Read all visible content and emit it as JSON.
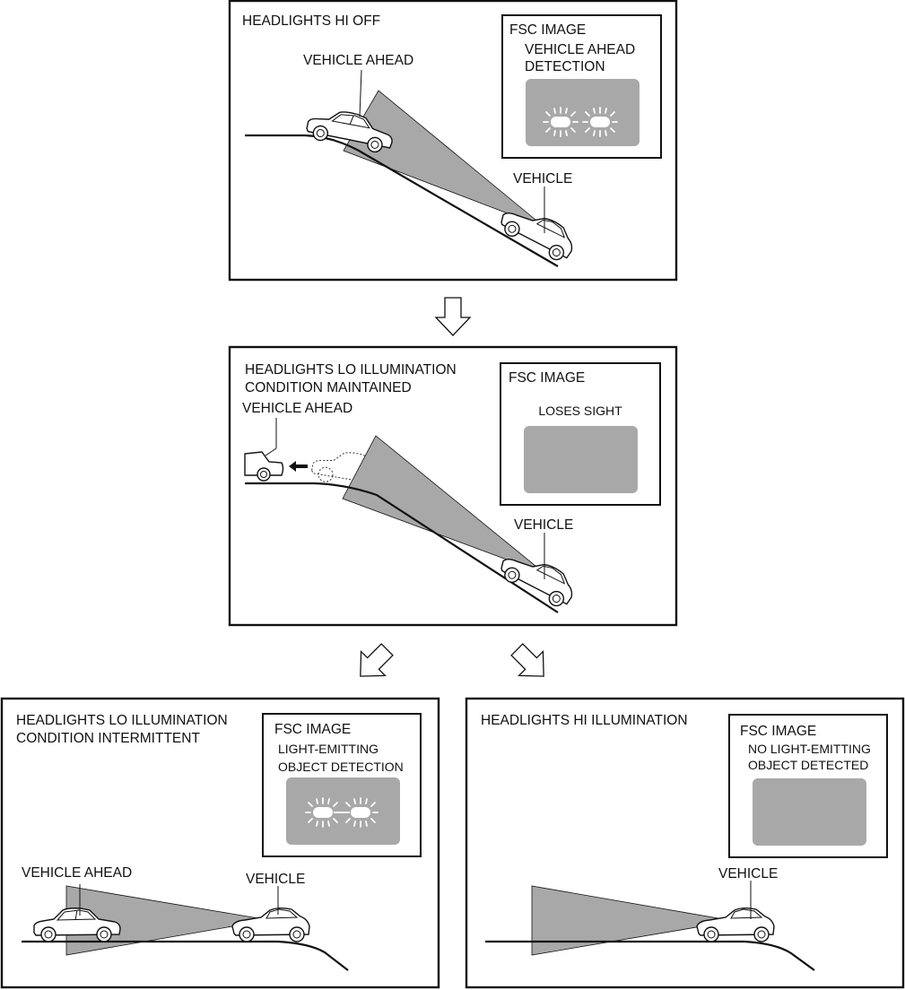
{
  "colors": {
    "frame": "#111111",
    "beam": "#a8a8a8",
    "fsc_screen": "#a8a8a8",
    "light_glyph": "#ffffff"
  },
  "panels": [
    {
      "id": "hi-off",
      "title_lines": [
        "HEADLIGHTS HI OFF"
      ],
      "fsc": {
        "title": "FSC IMAGE",
        "caption_lines": [
          "VEHICLE AHEAD",
          "DETECTION"
        ],
        "lights": "pair"
      },
      "vehicle_ahead_label": "VEHICLE AHEAD",
      "vehicle_label": "VEHICLE"
    },
    {
      "id": "lo-maintained",
      "title_lines": [
        "HEADLIGHTS LO ILLUMINATION",
        "CONDITION MAINTAINED"
      ],
      "fsc": {
        "title": "FSC IMAGE",
        "caption_lines": [
          "LOSES SIGHT"
        ],
        "lights": "none"
      },
      "vehicle_ahead_label": "VEHICLE AHEAD",
      "vehicle_label": "VEHICLE"
    },
    {
      "id": "lo-intermittent",
      "title_lines": [
        "HEADLIGHTS LO ILLUMINATION",
        "CONDITION INTERMITTENT"
      ],
      "fsc": {
        "title": "FSC IMAGE",
        "caption_lines": [
          "LIGHT-EMITTING",
          "OBJECT DETECTION"
        ],
        "lights": "pair-joined"
      },
      "vehicle_ahead_label": "VEHICLE AHEAD",
      "vehicle_label": "VEHICLE"
    },
    {
      "id": "hi-illumination",
      "title_lines": [
        "HEADLIGHTS HI ILLUMINATION"
      ],
      "fsc": {
        "title": "FSC IMAGE",
        "caption_lines": [
          "NO LIGHT-EMITTING",
          "OBJECT DETECTED"
        ],
        "lights": "none"
      },
      "vehicle_label": "VEHICLE"
    }
  ],
  "flow_arrows": [
    {
      "from": "hi-off",
      "to": "lo-maintained",
      "direction": "down"
    },
    {
      "from": "lo-maintained",
      "to": "lo-intermittent",
      "direction": "down-left"
    },
    {
      "from": "lo-maintained",
      "to": "hi-illumination",
      "direction": "down-right"
    }
  ],
  "movement_arrow": {
    "panel": "lo-maintained",
    "direction": "left"
  }
}
